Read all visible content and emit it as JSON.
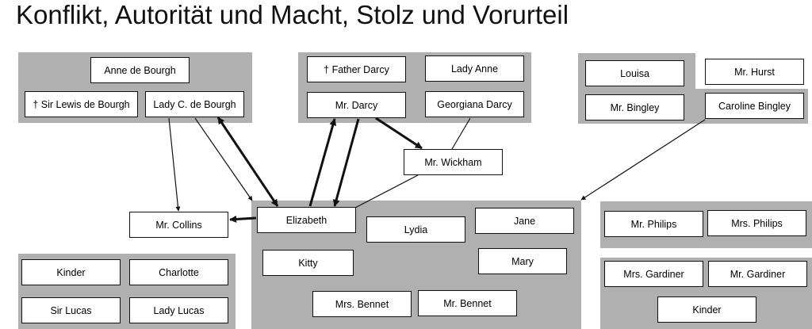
{
  "title": "Konflikt, Autorität und Macht, Stolz und Vorurteil",
  "nodes": {
    "anne_de_bourgh": "Anne de Bourgh",
    "sir_lewis_de_bourgh": "† Sir Lewis de Bourgh",
    "lady_c_de_bourgh": "Lady C. de Bourgh",
    "father_darcy": "† Father Darcy",
    "lady_anne": "Lady Anne",
    "mr_darcy": "Mr. Darcy",
    "georgiana_darcy": "Georgiana Darcy",
    "louisa": "Louisa",
    "mr_hurst": "Mr. Hurst",
    "mr_bingley": "Mr. Bingley",
    "caroline_bingley": "Caroline Bingley",
    "mr_wickham": "Mr. Wickham",
    "mr_collins": "Mr. Collins",
    "elizabeth": "Elizabeth",
    "lydia": "Lydia",
    "jane": "Jane",
    "kitty": "Kitty",
    "mary": "Mary",
    "mrs_bennet": "Mrs. Bennet",
    "mr_bennet": "Mr. Bennet",
    "mr_philips": "Mr. Philips",
    "mrs_philips": "Mrs. Philips",
    "mrs_gardiner": "Mrs. Gardiner",
    "mr_gardiner": "Mr. Gardiner",
    "kinder_gardiner": "Kinder",
    "kinder_lucas": "Kinder",
    "charlotte": "Charlotte",
    "sir_lucas": "Sir Lucas",
    "lady_lucas": "Lady Lucas"
  },
  "colors": {
    "group_fill": "#b0b0b0",
    "box_fill": "#ffffff",
    "line": "#111111"
  }
}
